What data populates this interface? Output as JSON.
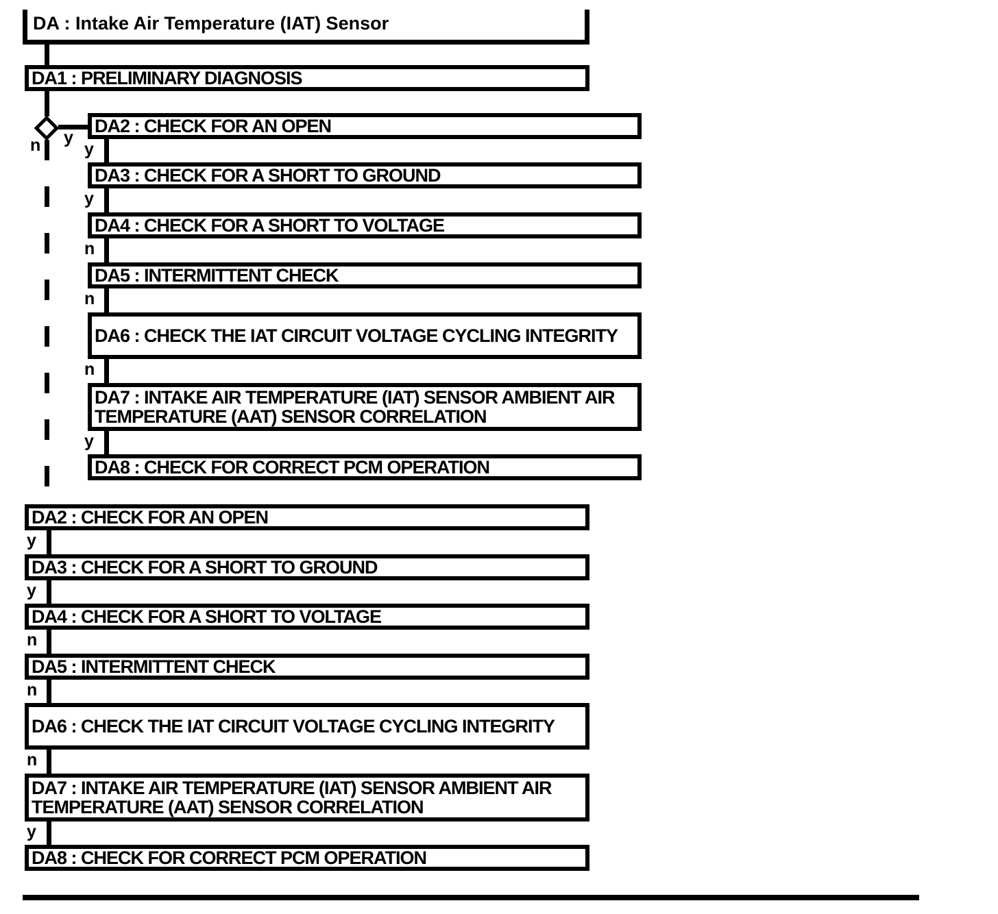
{
  "diagram": {
    "title": "DA : Intake Air Temperature (IAT) Sensor",
    "root_label": "DA1 : PRELIMINARY DIAGNOSIS",
    "decision": {
      "yes": "y",
      "no": "n"
    },
    "yes_branch": [
      {
        "label": "DA2 : CHECK FOR AN OPEN",
        "exit": "y"
      },
      {
        "label": "DA3 : CHECK FOR A SHORT TO GROUND",
        "exit": "y"
      },
      {
        "label": "DA4 : CHECK FOR A SHORT TO VOLTAGE",
        "exit": "n"
      },
      {
        "label": "DA5 : INTERMITTENT CHECK",
        "exit": "n"
      },
      {
        "label": "DA6 : CHECK THE IAT CIRCUIT VOLTAGE CYCLING INTEGRITY",
        "exit": "n"
      },
      {
        "label": "DA7 : INTAKE AIR TEMPERATURE (IAT) SENSOR AMBIENT AIR TEMPERATURE (AAT) SENSOR CORRELATION",
        "exit": "y"
      },
      {
        "label": "DA8 : CHECK FOR CORRECT PCM OPERATION"
      }
    ],
    "no_branch": [
      {
        "label": "DA2 : CHECK FOR AN OPEN",
        "exit": "y"
      },
      {
        "label": "DA3 : CHECK FOR A SHORT TO GROUND",
        "exit": "y"
      },
      {
        "label": "DA4 : CHECK FOR A SHORT TO VOLTAGE",
        "exit": "n"
      },
      {
        "label": "DA5 : INTERMITTENT CHECK",
        "exit": "n"
      },
      {
        "label": "DA6 : CHECK THE IAT CIRCUIT VOLTAGE CYCLING INTEGRITY",
        "exit": "n"
      },
      {
        "label": "DA7 : INTAKE AIR TEMPERATURE (IAT) SENSOR AMBIENT AIR TEMPERATURE (AAT) SENSOR CORRELATION",
        "exit": "y"
      },
      {
        "label": "DA8 : CHECK FOR CORRECT PCM OPERATION"
      }
    ]
  }
}
